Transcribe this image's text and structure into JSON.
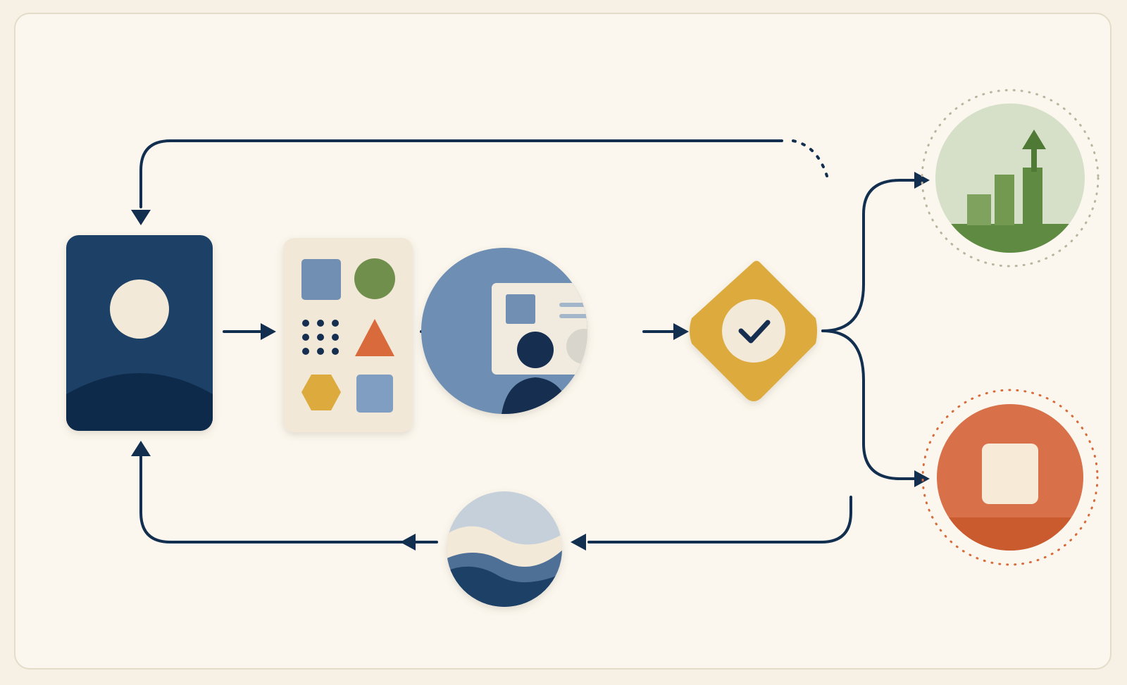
{
  "diagram": {
    "title": "",
    "nodes": [
      {
        "id": "user",
        "icon": "person-icon",
        "shape": "rounded-rect"
      },
      {
        "id": "components",
        "icon": "shapes-grid-icon",
        "shape": "rounded-rect"
      },
      {
        "id": "interface",
        "icon": "dashboard-user-icon",
        "shape": "circle"
      },
      {
        "id": "validation",
        "icon": "checkmark-icon",
        "shape": "diamond"
      },
      {
        "id": "growth",
        "icon": "bar-chart-up-icon",
        "shape": "circle"
      },
      {
        "id": "stop",
        "icon": "stop-square-icon",
        "shape": "circle"
      },
      {
        "id": "feedback",
        "icon": "wave-landscape-icon",
        "shape": "circle"
      }
    ],
    "colors": {
      "navy": "#1c3f66",
      "dark_navy": "#132f50",
      "steel_blue": "#6f8fb3",
      "light_blue": "#9fb5cc",
      "green": "#6f8f4d",
      "light_green": "#d7e1c7",
      "orange": "#d96b3a",
      "gold": "#ddaa3c",
      "cream": "#f4ead9",
      "line": "#132f50"
    }
  }
}
